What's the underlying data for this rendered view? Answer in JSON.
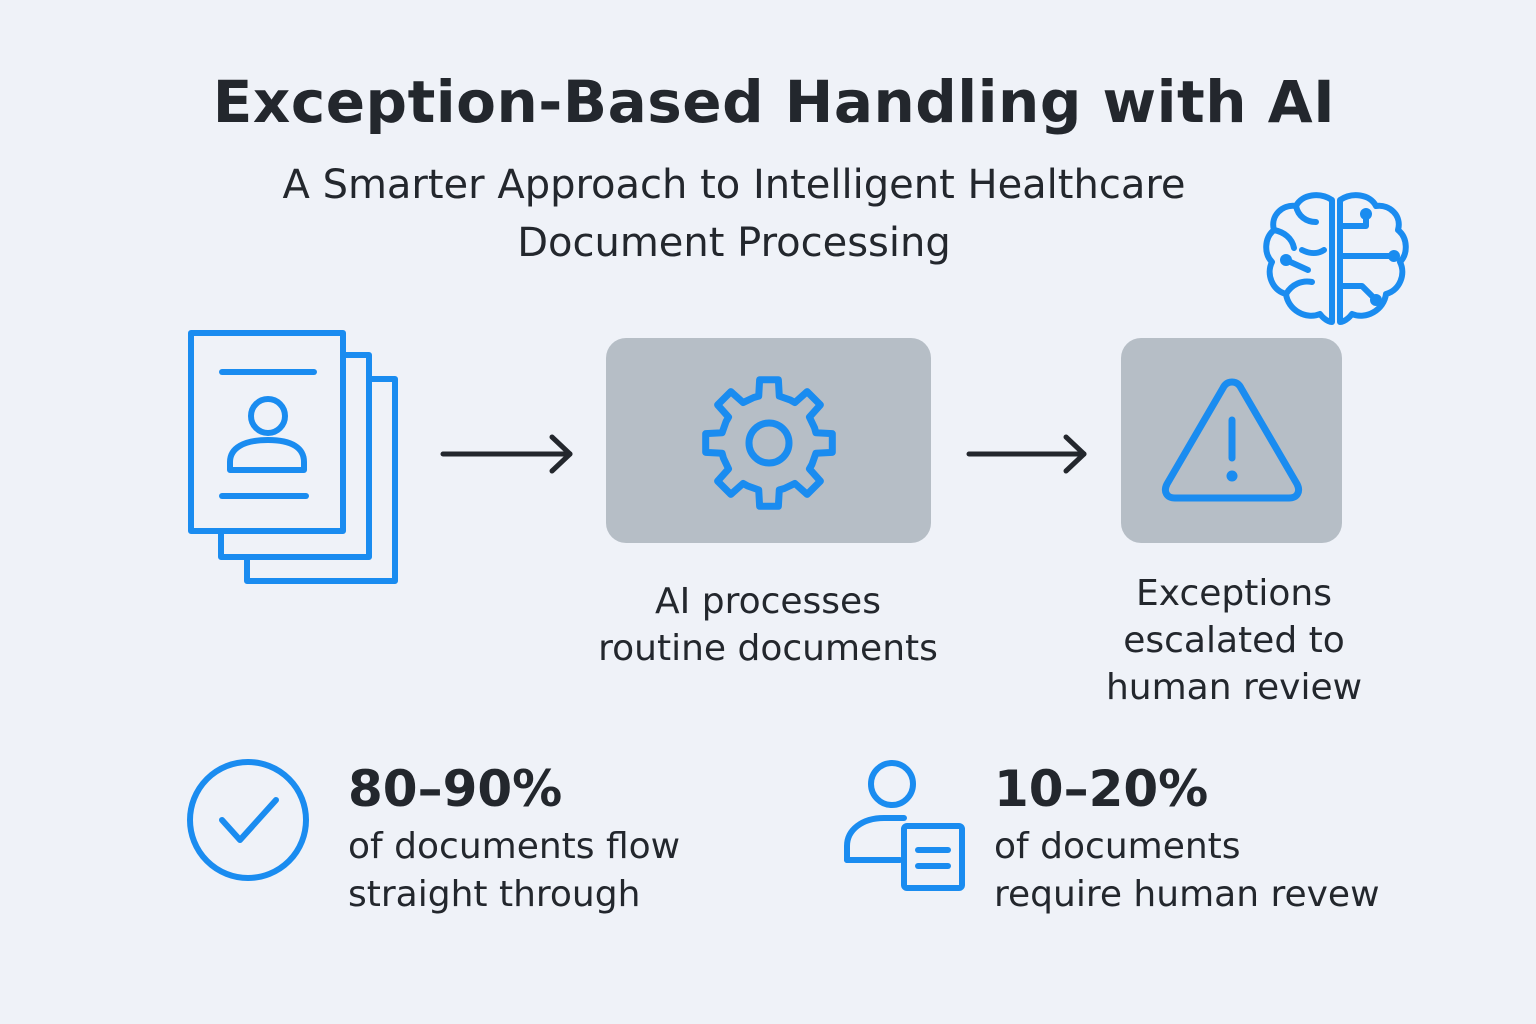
{
  "header": {
    "title": "Exception-Based Handling with AI",
    "subtitle_line1": "A Smarter Approach to Intelligent Healthcare",
    "subtitle_line2": "Document Processing"
  },
  "flow": {
    "step1": {
      "icon": "document-stack-icon"
    },
    "step2": {
      "icon": "gear-icon",
      "caption_line1": "AI processes",
      "caption_line2": "routine documents"
    },
    "step3": {
      "icon": "warning-icon",
      "caption_line1": "Exceptions",
      "caption_line2": "escalated to",
      "caption_line3": "human review"
    },
    "badge": {
      "icon": "brain-circuit-icon"
    }
  },
  "stats": {
    "automated": {
      "icon": "check-circle-icon",
      "value": "80–90%",
      "desc_line1": "of documents flow",
      "desc_line2": "straight through"
    },
    "human": {
      "icon": "person-document-icon",
      "value": "10–20%",
      "desc_line1": "of documents",
      "desc_line2": "require human revew"
    }
  },
  "colors": {
    "accent": "#1a8cf0",
    "text": "#23272d",
    "box": "#b6bec6",
    "background": "#eff2f8"
  }
}
